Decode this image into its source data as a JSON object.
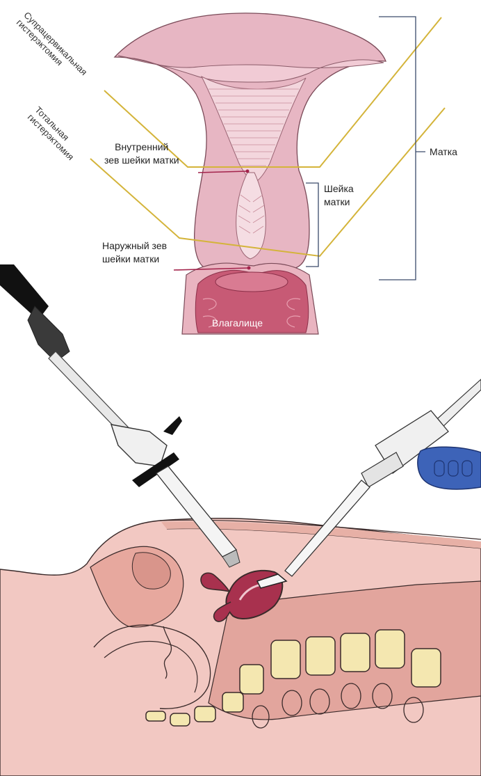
{
  "labels": {
    "supracervical": "Супрацервикальная\nгистерэктомия",
    "total": "Тотальная\nгистерэктомия",
    "internal_os": "Внутренний\nзев шейки матки",
    "external_os": "Наружный зев\nшейки матки",
    "uterus": "Матка",
    "cervix": "Шейка\nматки",
    "vagina": "Влагалище"
  },
  "colors": {
    "uterus_wall": "#e5b3c0",
    "uterus_cavity": "#f0cfd7",
    "vagina": "#c75a75",
    "cut_line": "#d4b43a",
    "pointer": "#a3244c",
    "bracket": "#3a4a6a",
    "skin": "#f2c8c2",
    "tissue": "#e2a59d",
    "spine": "#f4e7b0",
    "uterus_3d": "#a8314e",
    "instrument": "#2c2c2c",
    "grasper_blue": "#3d63b8"
  },
  "icons": [
    "laparoscope",
    "grasper"
  ]
}
